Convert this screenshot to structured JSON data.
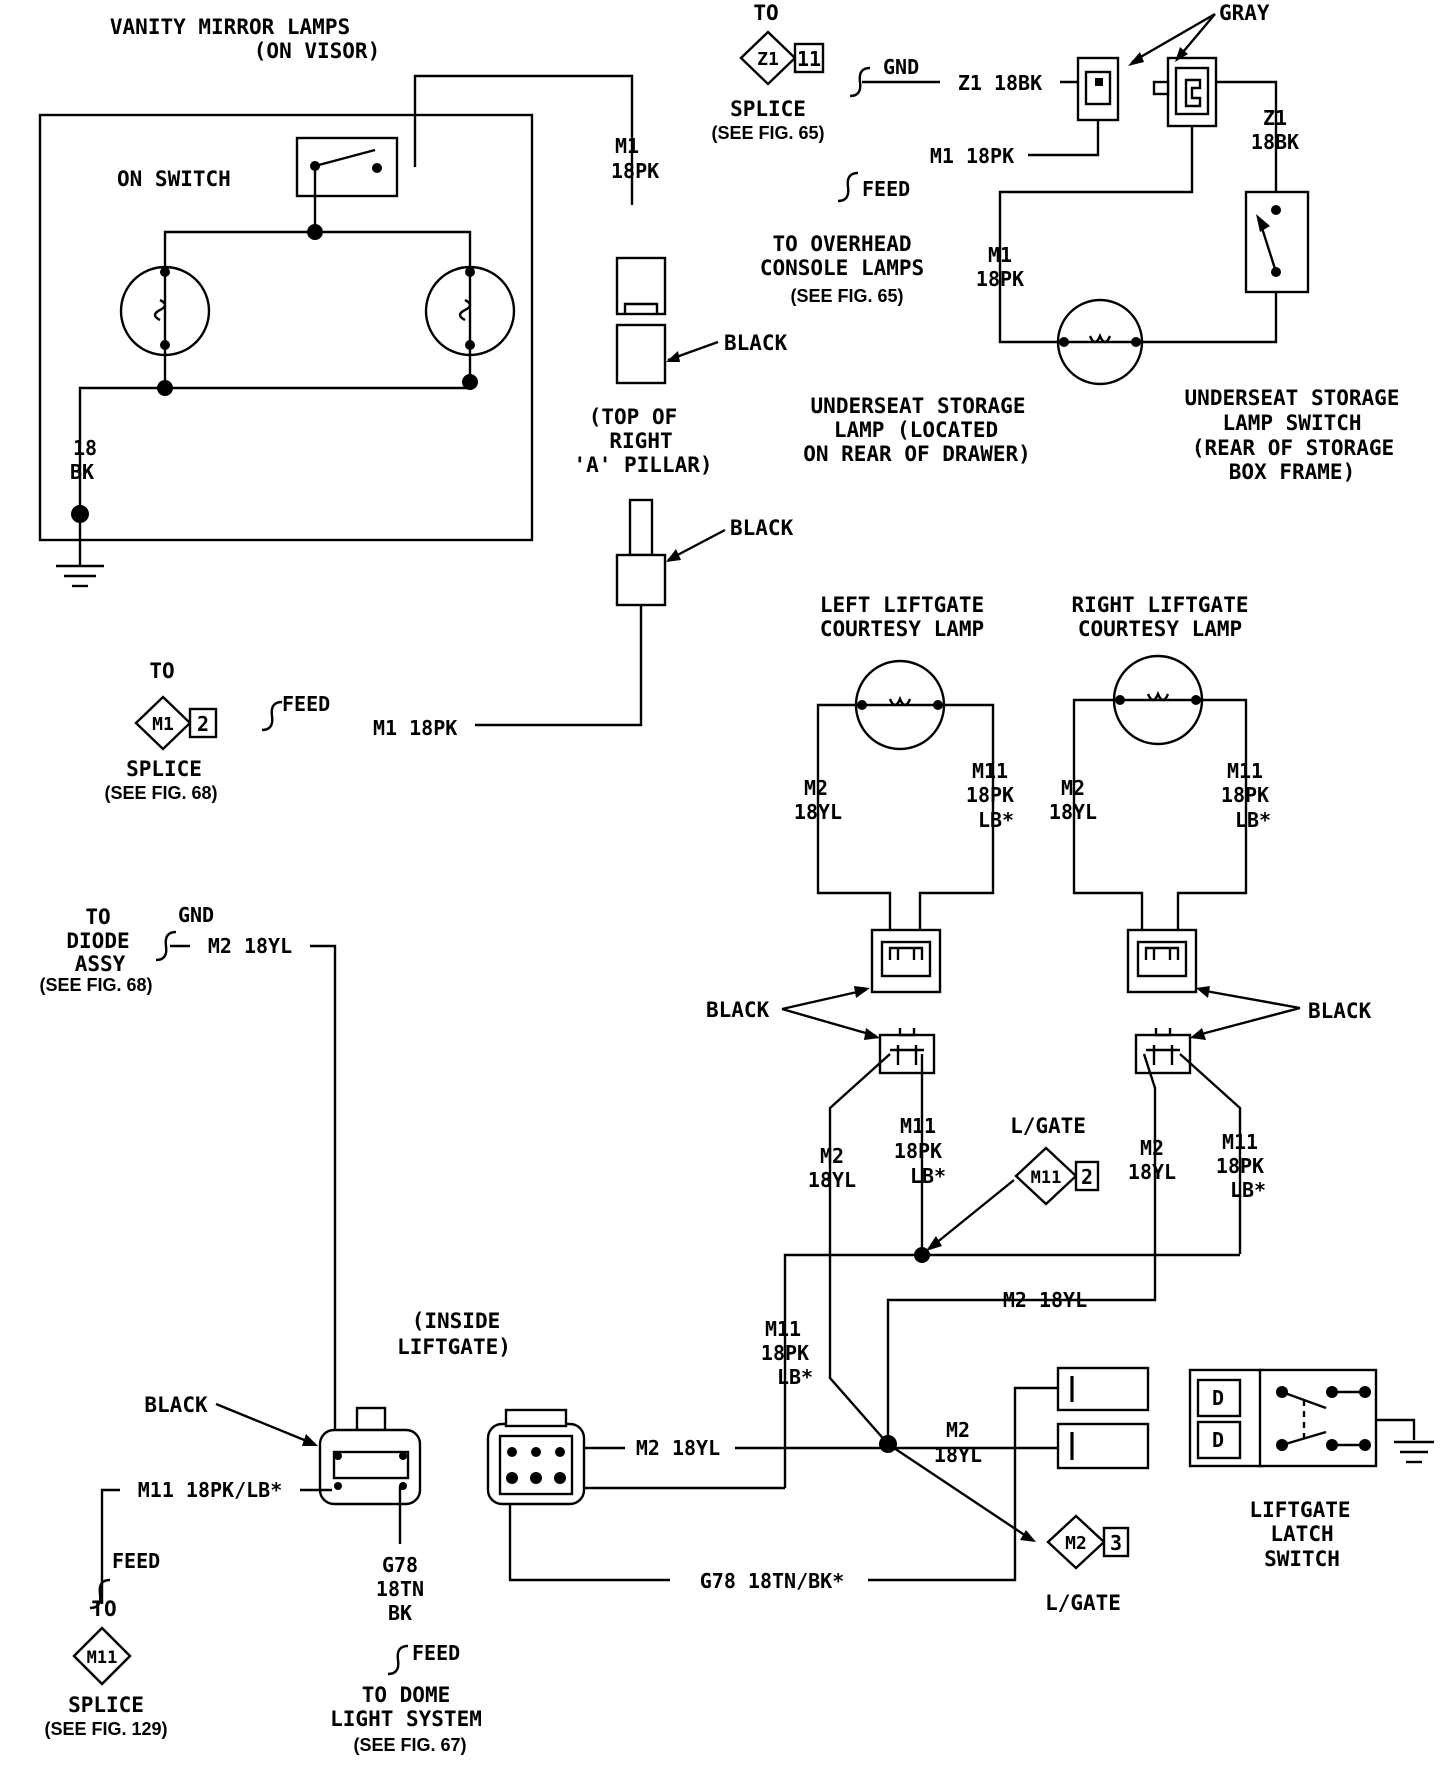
{
  "vanity": {
    "title": [
      "VANITY MIRROR LAMPS",
      "(ON VISOR)"
    ],
    "on_switch": "ON SWITCH",
    "ground_wire": [
      "18",
      "BK"
    ]
  },
  "z1_splice": {
    "to": "TO",
    "diamond": "Z1",
    "box": "11",
    "label": "SPLICE",
    "ref": "(SEE FIG. 65)",
    "gnd": "GND",
    "wire": "Z1 18BK"
  },
  "gray": "GRAY",
  "feed_overhead": {
    "wire": "M1 18PK",
    "feed": "FEED",
    "label": [
      "TO OVERHEAD",
      "CONSOLE LAMPS"
    ],
    "ref": "(SEE FIG. 65)"
  },
  "storage_switch_wire": [
    "Z1",
    "18BK"
  ],
  "storage_lamp_wire": [
    "M1",
    "18PK"
  ],
  "underseat_lamp": [
    "UNDERSEAT STORAGE",
    "LAMP (LOCATED",
    "ON REAR OF DRAWER)"
  ],
  "underseat_switch": [
    "UNDERSEAT STORAGE",
    "LAMP SWITCH",
    "(REAR OF STORAGE",
    "BOX FRAME)"
  ],
  "a_pillar": {
    "wire": [
      "M1",
      "18PK"
    ],
    "black": "BLACK",
    "label": [
      "(TOP OF",
      "RIGHT",
      "'A' PILLAR)"
    ],
    "black2": "BLACK"
  },
  "m1_splice": {
    "to": "TO",
    "diamond": "M1",
    "box": "2",
    "label": "SPLICE",
    "ref": "(SEE FIG. 68)",
    "feed": "FEED",
    "wire": "M1 18PK"
  },
  "left_courtesy": {
    "title": [
      "LEFT LIFTGATE",
      "COURTESY LAMP"
    ],
    "m2": [
      "M2",
      "18YL"
    ],
    "m11": [
      "M11",
      "18PK",
      "LB*"
    ]
  },
  "right_courtesy": {
    "title": [
      "RIGHT LIFTGATE",
      "COURTESY LAMP"
    ],
    "m2": [
      "M2",
      "18YL"
    ],
    "m11": [
      "M11",
      "18PK",
      "LB*"
    ]
  },
  "black_left": "BLACK",
  "black_right": "BLACK",
  "lower_left_m2": [
    "M2",
    "18YL"
  ],
  "lower_left_m11": [
    "M11",
    "18PK",
    "LB*"
  ],
  "lower_right_m2": [
    "M2",
    "18YL"
  ],
  "lower_right_m11": [
    "M11",
    "18PK",
    "LB*"
  ],
  "lgate_m11": {
    "label": "L/GATE",
    "diamond": "M11",
    "box": "2"
  },
  "m2_horizontal": "M2 18YL",
  "lower_m11": [
    "M11",
    "18PK",
    "LB*"
  ],
  "diode": {
    "to": "TO",
    "label": [
      "DIODE",
      "ASSY"
    ],
    "ref": "(SEE FIG. 68)",
    "gnd": "GND",
    "wire": "M2 18YL"
  },
  "inside_liftgate": [
    "(INSIDE",
    "LIFTGATE)"
  ],
  "black_conn": "BLACK",
  "m11_wire": "M11 18PK/LB*",
  "feed_m11": "FEED",
  "m11_splice": {
    "to": "TO",
    "diamond": "M11",
    "label": "SPLICE",
    "ref": "(SEE FIG. 129)"
  },
  "g78_vertical": [
    "G78",
    "18TN",
    "BK"
  ],
  "dome": {
    "feed": "FEED",
    "label": [
      "TO DOME",
      "LIGHT SYSTEM"
    ],
    "ref": "(SEE FIG. 67)"
  },
  "m2_to_conn": "M2 18YL",
  "g78_horizontal": "G78 18TN/BK*",
  "right_m2": [
    "M2",
    "18YL"
  ],
  "lgate_m2": {
    "diamond": "M2",
    "box": "3",
    "label": "L/GATE"
  },
  "latch_switch": {
    "d1": "D",
    "d2": "D",
    "label": [
      "LIFTGATE",
      "LATCH",
      "SWITCH"
    ]
  }
}
